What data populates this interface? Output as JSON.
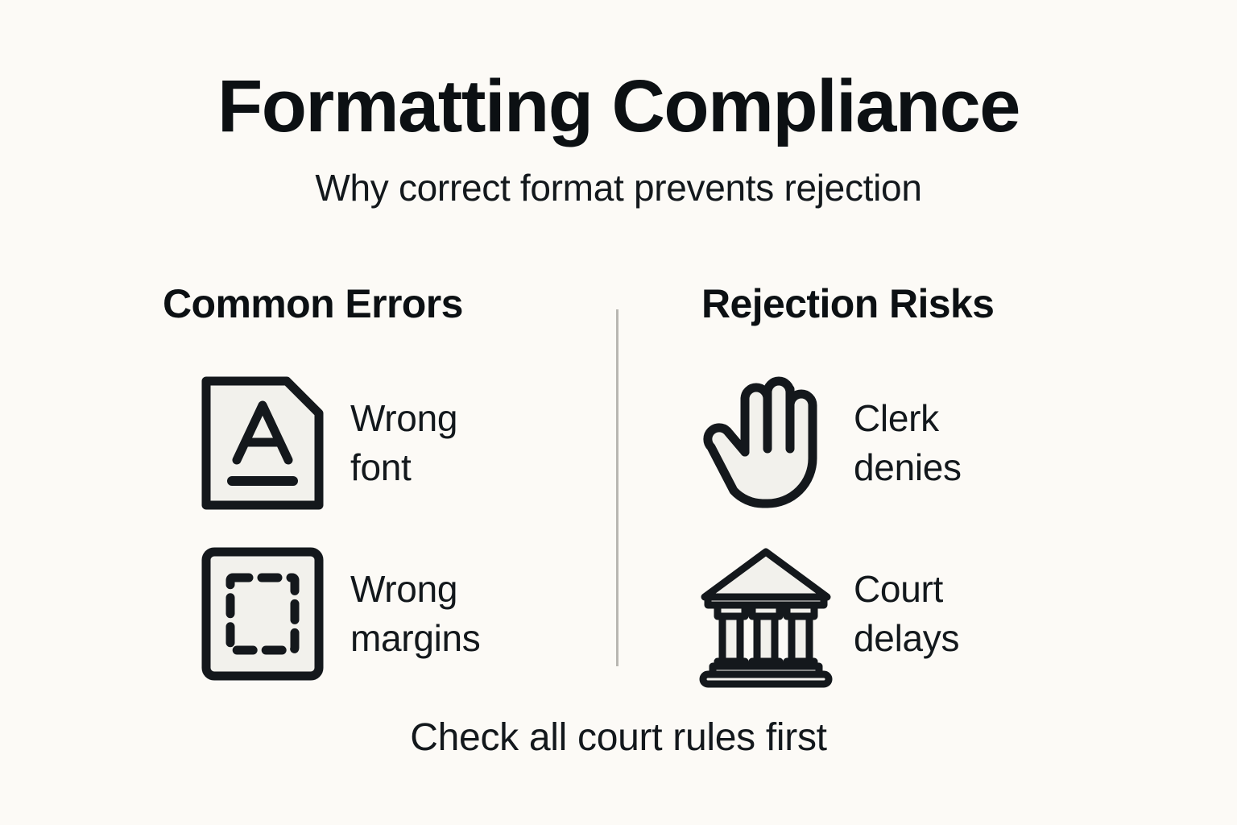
{
  "header": {
    "title": "Formatting Compliance",
    "subtitle": "Why correct format prevents rejection"
  },
  "columns": [
    {
      "heading": "Common Errors",
      "items": [
        {
          "icon": "document-letter-a-icon",
          "label": "Wrong\nfont"
        },
        {
          "icon": "margins-dashed-rectangle-icon",
          "label": "Wrong\nmargins"
        }
      ]
    },
    {
      "heading": "Rejection Risks",
      "items": [
        {
          "icon": "raised-hand-stop-icon",
          "label": "Clerk\ndenies"
        },
        {
          "icon": "courthouse-columns-icon",
          "label": "Court\ndelays"
        }
      ]
    }
  ],
  "footer": {
    "text": "Check all court rules first"
  },
  "colors": {
    "background": "#FCFAF6",
    "text": "#13181C",
    "title": "#0C1013",
    "icon_stroke": "#14181C",
    "icon_fill": "#F2F1EC",
    "divider": "#B9B7B2"
  }
}
